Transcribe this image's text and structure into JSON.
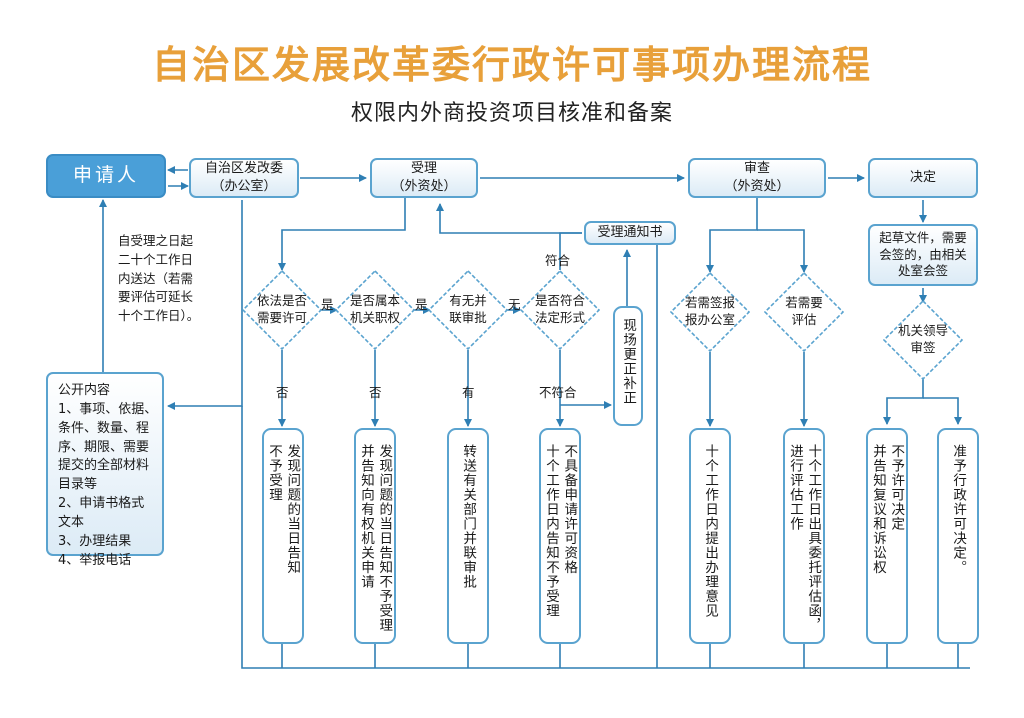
{
  "title": "自治区发展改革委行政许可事项办理流程",
  "subtitle": "权限内外商投资项目核准和备案",
  "nodes": {
    "applicant": "申请人",
    "ndrc": [
      "自治区发改委",
      "（办公室）"
    ],
    "accept": [
      "受理",
      "（外资处）"
    ],
    "notice": "受理通知书",
    "review": [
      "审查",
      "（外资处）"
    ],
    "decision": "决定",
    "draft": [
      "起草文件，需要",
      "会签的，由相关",
      "处室会签"
    ],
    "leader": [
      "机关领导",
      "审签"
    ],
    "d1": [
      "依法是否",
      "需要许可"
    ],
    "d2": [
      "是否属本",
      "机关职权"
    ],
    "d3": [
      "有无并",
      "联审批"
    ],
    "d4": [
      "是否符合",
      "法定形式"
    ],
    "d5": [
      "若需签报",
      "报办公室"
    ],
    "d6": [
      "若需要",
      "评估"
    ],
    "onsite": "现场更正补正",
    "v1": [
      "不予受理",
      "发现问题的当日告知"
    ],
    "v2": [
      "并告知向有权机关申请",
      "发现问题的当日告知不予受理"
    ],
    "v3": [
      "转送有关部门并联审批"
    ],
    "v4": [
      "十个工作日内告知不予受理",
      "不具备申请许可资格"
    ],
    "v5": [
      "十个工作日内提出办理意见"
    ],
    "v6": [
      "进行评估工作",
      "十个工作日出具委托评估函，"
    ],
    "v7": [
      "并告知复议和诉讼权",
      "不予许可决定"
    ],
    "v8": [
      "准予行政许可决定。"
    ]
  },
  "labels": {
    "yes1": "是",
    "yes2": "是",
    "none": "无",
    "conform": "符合",
    "no1": "否",
    "no2": "否",
    "have": "有",
    "notconform": "不符合"
  },
  "note": [
    "自受理之日起",
    "二十个工作日",
    "内送达（若需",
    "要评估可延长",
    "十个工作日）。"
  ],
  "public": {
    "heading": "公开内容",
    "lines": [
      "1、事项、依据、",
      "条件、数量、程",
      "序、期限、需要",
      "提交的全部材料",
      "目录等",
      "2、申请书格式",
      "文本",
      "3、办理结果",
      "4、举报电话"
    ]
  },
  "colors": {
    "title": "#e8a03a",
    "line": "#2f7fb4",
    "border": "#5aa3cf",
    "applicant": "#4a9fd8"
  }
}
